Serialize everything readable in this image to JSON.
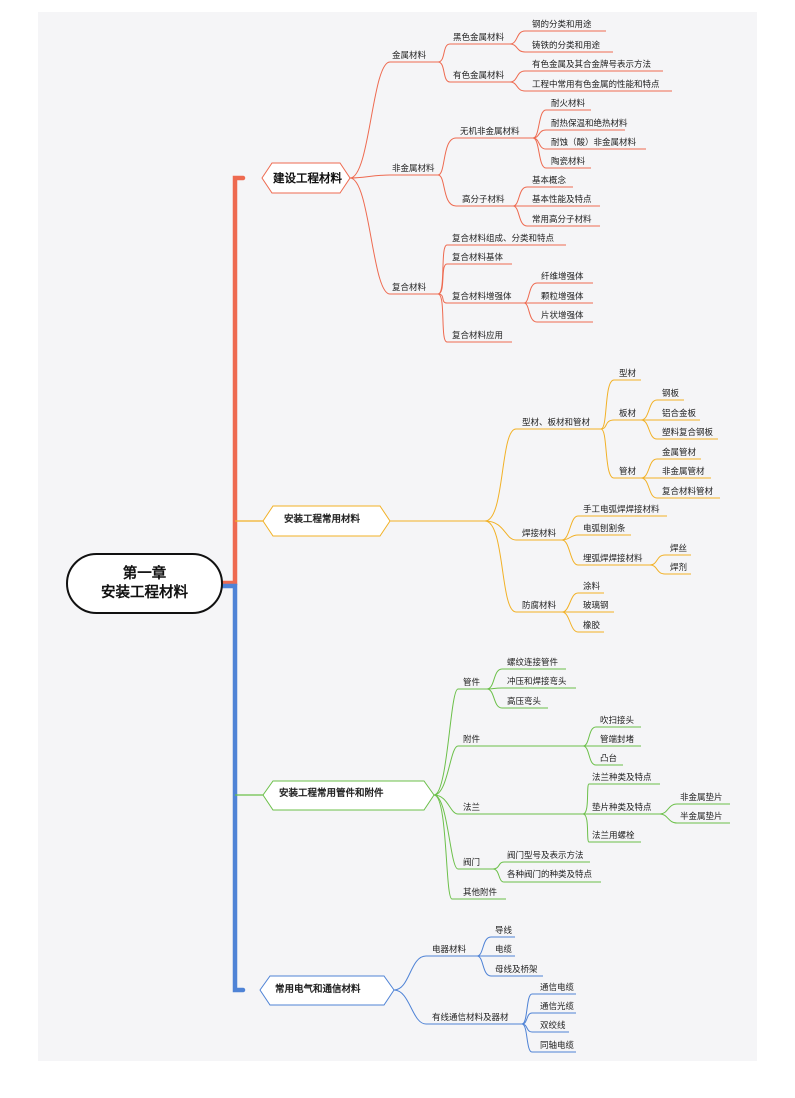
{
  "root": {
    "line1": "第一章",
    "line2": "安装工程材料"
  },
  "branches": {
    "b1": {
      "title": "建设工程材料",
      "metal": {
        "label": "金属材料",
        "ferrous": {
          "label": "黑色金属材料",
          "items": [
            "钢的分类和用途",
            "铸铁的分类和用途"
          ]
        },
        "nonferrous": {
          "label": "有色金属材料",
          "items": [
            "有色金属及其合金牌号表示方法",
            "工程中常用有色金属的性能和特点"
          ]
        }
      },
      "nonmetal": {
        "label": "非金属材料",
        "inorganic": {
          "label": "无机非金属材料",
          "items": [
            "耐火材料",
            "耐热保温和绝热材料",
            "耐蚀（酸）非金属材料",
            "陶瓷材料"
          ]
        },
        "polymer": {
          "label": "高分子材料",
          "items": [
            "基本概念",
            "基本性能及特点",
            "常用高分子材料"
          ]
        }
      },
      "composite": {
        "label": "复合材料",
        "c1": "复合材料组成、分类和特点",
        "c2": "复合材料基体",
        "reinforce": {
          "label": "复合材料增强体",
          "items": [
            "纤维增强体",
            "颗粒增强体",
            "片状增强体"
          ]
        },
        "c4": "复合材料应用"
      }
    },
    "b2": {
      "title": "安装工程常用材料",
      "profile": {
        "label": "型材、板材和管材",
        "shape": "型材",
        "plate": {
          "label": "板材",
          "items": [
            "钢板",
            "铝合金板",
            "塑料复合钢板"
          ]
        },
        "pipe": {
          "label": "管材",
          "items": [
            "金属管材",
            "非金属管材",
            "复合材料管材"
          ]
        }
      },
      "welding": {
        "label": "焊接材料",
        "w1": "手工电弧焊焊接材料",
        "w2": "电弧刨割条",
        "sub": {
          "label": "埋弧焊焊接材料",
          "items": [
            "焊丝",
            "焊剂"
          ]
        }
      },
      "anticorr": {
        "label": "防腐材料",
        "items": [
          "涂料",
          "玻璃钢",
          "橡胶"
        ]
      }
    },
    "b3": {
      "title": "安装工程常用管件和附件",
      "fittings": {
        "label": "管件",
        "items": [
          "螺纹连接管件",
          "冲压和焊接弯头",
          "高压弯头"
        ]
      },
      "accessories": {
        "label": "附件",
        "items": [
          "吹扫接头",
          "管端封堵",
          "凸台"
        ]
      },
      "flange": {
        "label": "法兰",
        "f1": "法兰种类及特点",
        "gasket": {
          "label": "垫片种类及特点",
          "items": [
            "非金属垫片",
            "半金属垫片"
          ]
        },
        "f3": "法兰用螺栓"
      },
      "valve": {
        "label": "阀门",
        "items": [
          "阀门型号及表示方法",
          "各种阀门的种类及特点"
        ]
      },
      "other": "其他附件"
    },
    "b4": {
      "title": "常用电气和通信材料",
      "electric": {
        "label": "电器材料",
        "items": [
          "导线",
          "电缆",
          "母线及桥架"
        ]
      },
      "comm": {
        "label": "有线通信材料及器材",
        "items": [
          "通信电缆",
          "通信光缆",
          "双绞线",
          "同轴电缆"
        ]
      }
    }
  },
  "colors": {
    "red": "#ee6a50",
    "orange": "#f2b126",
    "green": "#6cc04a",
    "blue": "#4f83d6"
  }
}
